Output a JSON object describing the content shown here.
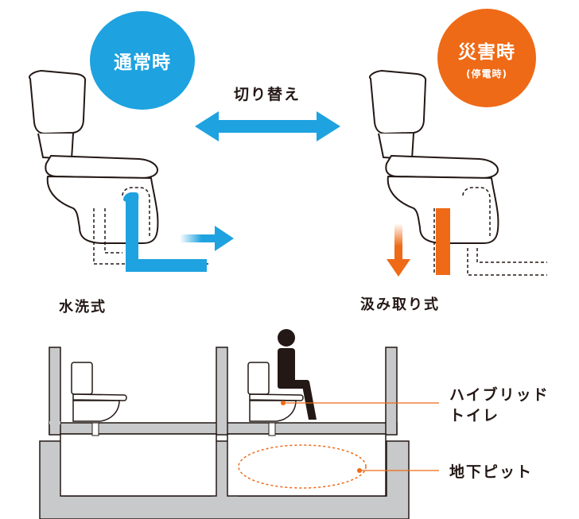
{
  "badges": {
    "normal": {
      "main": "通常時",
      "color": "#1ea2e0"
    },
    "disaster": {
      "main": "災害時",
      "sub": "(停電時)",
      "color": "#ee6a16"
    }
  },
  "labels": {
    "switch": "切り替え",
    "flush_type": "水洗式",
    "pump_type": "汲み取り式",
    "hybrid_line1": "ハイブリッド",
    "hybrid_line2": "トイレ",
    "pit": "地下ピット"
  },
  "colors": {
    "accent_blue": "#1ea2e0",
    "accent_orange": "#ee6a16",
    "structure_gray": "#c8c9ca",
    "line_dark": "#231815",
    "person": "#231815"
  },
  "icons": [
    "toilet-normal",
    "toilet-disaster",
    "switch-arrow",
    "flow-arrow-right",
    "flow-arrow-down",
    "person-seated"
  ]
}
